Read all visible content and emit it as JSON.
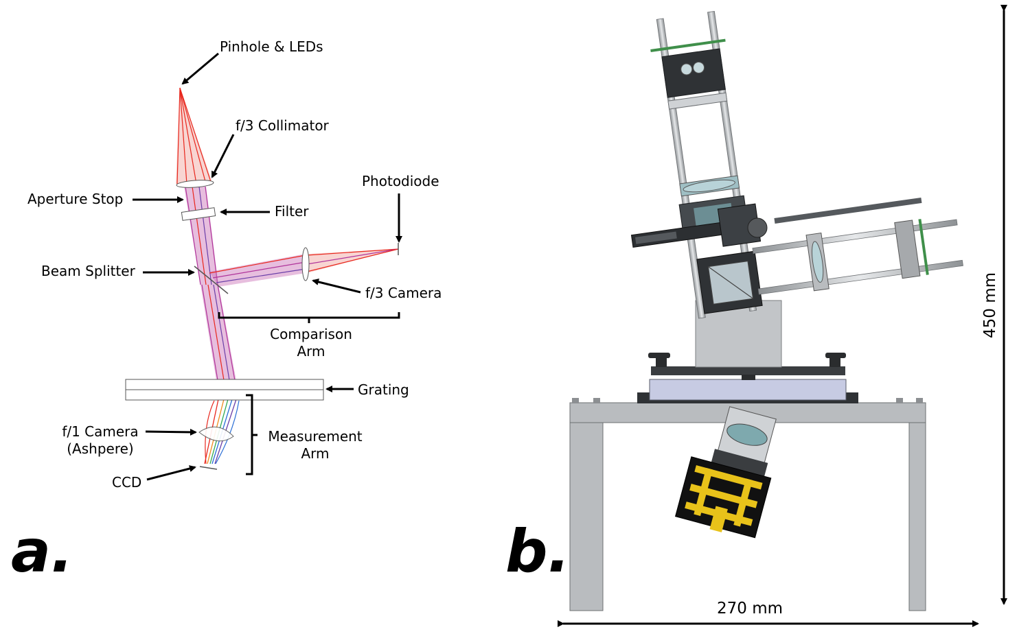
{
  "panel_a": {
    "letter": "a.",
    "labels": {
      "pinhole": "Pinhole & LEDs",
      "collimator": "f/3 Collimator",
      "aperture": "Aperture Stop",
      "filter": "Filter",
      "photodiode": "Photodiode",
      "splitter": "Beam Splitter",
      "f3camera": "f/3 Camera",
      "comparison_1": "Comparison",
      "comparison_2": "Arm",
      "grating": "Grating",
      "f1camera_1": "f/1 Camera",
      "f1camera_2": "(Ashpere)",
      "measurement_1": "Measurement",
      "measurement_2": "Arm",
      "ccd": "CCD"
    }
  },
  "panel_b": {
    "letter": "b.",
    "width_label": "270 mm",
    "height_label": "450 mm"
  },
  "colors": {
    "ray_red": "#e8261c",
    "ray_magenta": "#b0339a",
    "ray_purple": "#6a3fa8",
    "frame_gray": "#b9bcbf",
    "cad_dark": "#3a3d40",
    "ccd_yellow": "#e8c21a",
    "stage_blue": "#c7cbe3",
    "band_green": "#3f8f4a"
  }
}
